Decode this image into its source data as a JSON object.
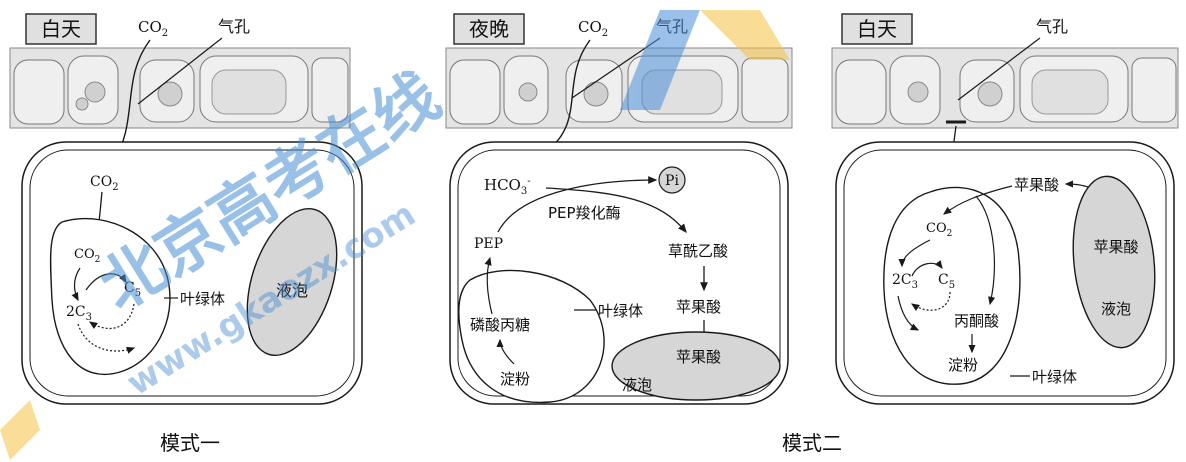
{
  "panels": {
    "mode1_day": {
      "time_label": "白天",
      "co2_top": "CO",
      "co2_top_sub": "2",
      "stoma": "气孔",
      "co2_cell": "CO",
      "co2_cell_sub": "2",
      "co2_chloro": "CO",
      "co2_chloro_sub": "2",
      "c3": "2C",
      "c3_sub": "3",
      "c5": "C",
      "c5_sub": "5",
      "chloroplast": "叶绿体",
      "vacuole": "液泡"
    },
    "mode2_night": {
      "time_label": "夜晚",
      "co2_top": "CO",
      "co2_top_sub": "2",
      "stoma": "气孔",
      "hco3": "HCO",
      "hco3_sub": "3",
      "hco3_sup": "-",
      "pi": "Pi",
      "enzyme": "PEP羧化酶",
      "pep": "PEP",
      "oxaloacetate": "草酰乙酸",
      "malate_cyto": "苹果酸",
      "malate_vac": "苹果酸",
      "chloroplast": "叶绿体",
      "triose": "磷酸丙糖",
      "starch": "淀粉",
      "vacuole": "液泡"
    },
    "mode2_day": {
      "time_label": "白天",
      "stoma": "气孔",
      "malate_cyto": "苹果酸",
      "malate_vac": "苹果酸",
      "co2": "CO",
      "co2_sub": "2",
      "c3": "2C",
      "c3_sub": "3",
      "c5": "C",
      "c5_sub": "5",
      "pyruvate": "丙酮酸",
      "starch": "淀粉",
      "chloroplast": "叶绿体",
      "vacuole": "液泡"
    }
  },
  "captions": {
    "mode1": "模式一",
    "mode2": "模式二"
  },
  "watermark": {
    "text_cn": "北京高考在线",
    "text_url": "www.gkaozx.com"
  },
  "colors": {
    "epidermis_fill": "#e4e4e4",
    "vacuole_fill": "#d6d6d6",
    "line": "#1a1a1a",
    "watermark_blue": "#4a90d9",
    "watermark_yellow": "#f5c242"
  }
}
